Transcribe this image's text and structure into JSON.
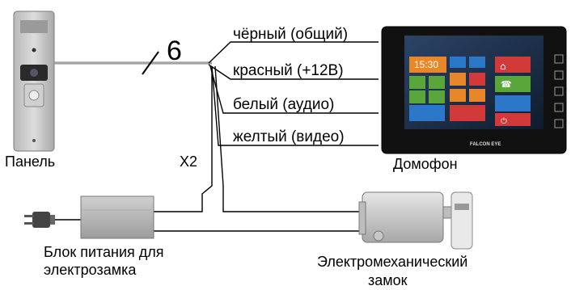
{
  "cable_count": "6",
  "wires": [
    {
      "label": "чёрный (общий)"
    },
    {
      "label": "красный (+12В)"
    },
    {
      "label": "белый (аудио)"
    },
    {
      "label": "желтый (видео)"
    }
  ],
  "captions": {
    "panel": "Панель",
    "intercom": "Домофон",
    "junction": "X2",
    "psu_line1": "Блок питания для",
    "psu_line2": "электрозамка",
    "lock_line1": "Электромеханический",
    "lock_line2": "замок"
  },
  "brand": "FALCON EYE",
  "screen": {
    "clock": "15:30"
  },
  "colors": {
    "tile_orange": "#e8862a",
    "tile_blue": "#2b78c8",
    "tile_green": "#5aa63a",
    "tile_red": "#d23a3a",
    "screen_bg": "#1b2d44"
  }
}
